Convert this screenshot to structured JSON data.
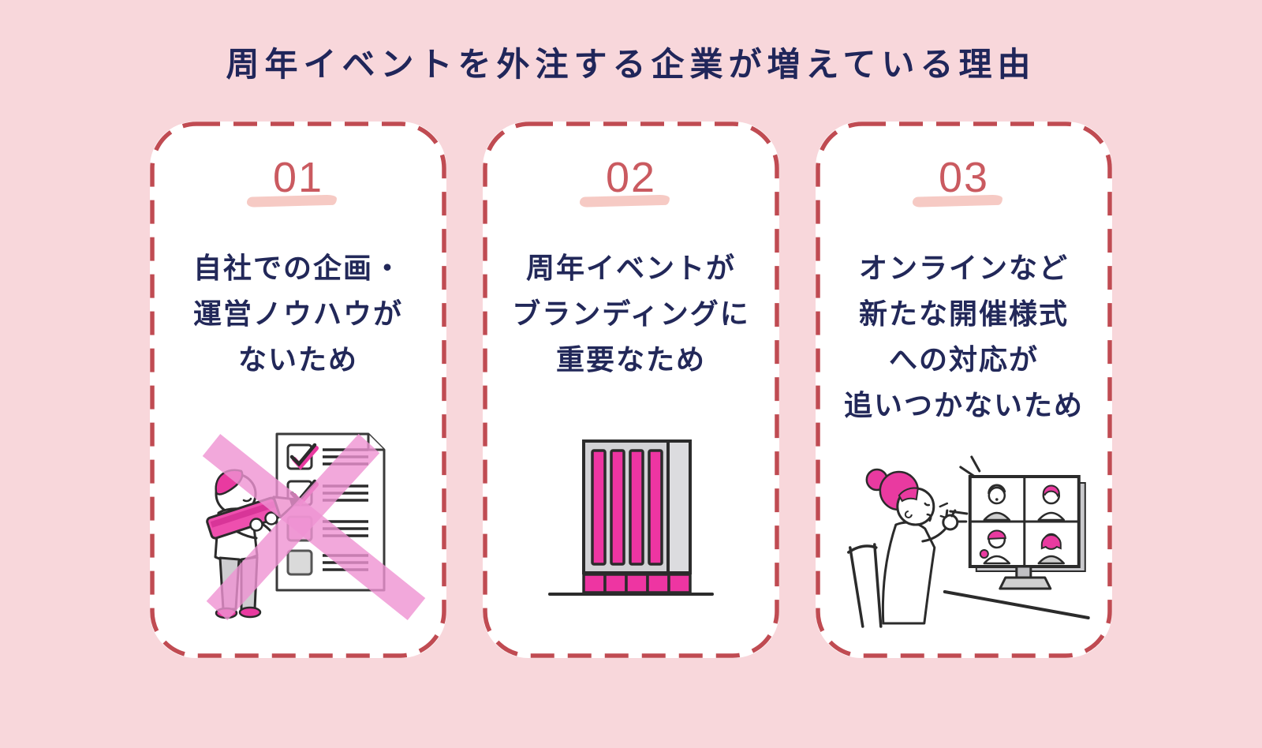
{
  "page": {
    "title": "周年イベントを外注する企業が増えている理由"
  },
  "cards": [
    {
      "number": "01",
      "lines": [
        "自社での企画・",
        "運営ノウハウが",
        "ないため"
      ],
      "illustration": "crossed-out-checklist-illustration"
    },
    {
      "number": "02",
      "lines": [
        "周年イベントが",
        "ブランディングに",
        "重要なため"
      ],
      "illustration": "office-building-illustration"
    },
    {
      "number": "03",
      "lines": [
        "オンラインなど",
        "新たな開催様式",
        "への対応が",
        "追いつかないため"
      ],
      "illustration": "online-meeting-illustration"
    }
  ],
  "colors": {
    "background": "#f8d7db",
    "card_background": "#ffffff",
    "card_border_dash": "#c04b52",
    "number": "#ca5a60",
    "number_underline": "#f6cac4",
    "text": "#222859",
    "accent_pink": "#e93aa0",
    "light_pink_cross": "#ef93d3",
    "illustration_gray": "#d2d2d5",
    "line_art": "#2b2b2b"
  }
}
